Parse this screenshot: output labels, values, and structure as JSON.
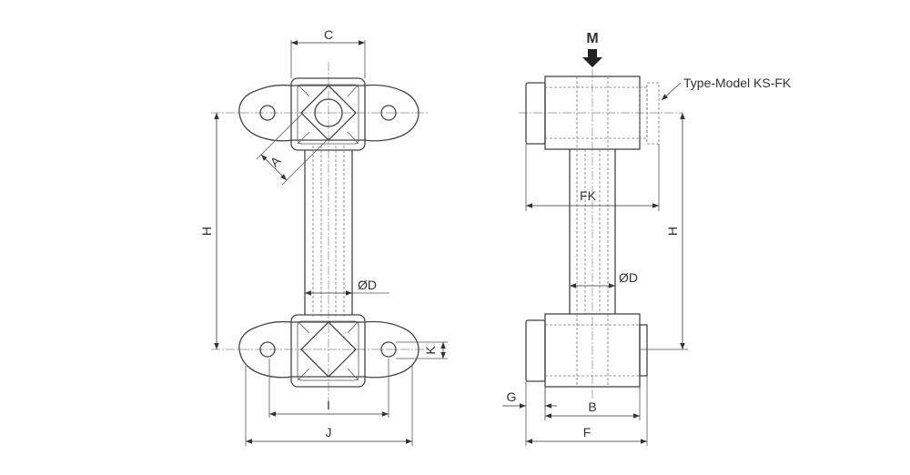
{
  "labels": {
    "left_C": "C",
    "left_A": "A",
    "left_H": "H",
    "left_D": "ØD",
    "left_K": "K",
    "left_I": "I",
    "left_J": "J",
    "right_M": "M",
    "right_type": "Type-Model KS-FK",
    "right_FK": "FK",
    "right_H": "H",
    "right_D": "ØD",
    "right_G": "G",
    "right_B": "B",
    "right_F": "F"
  }
}
